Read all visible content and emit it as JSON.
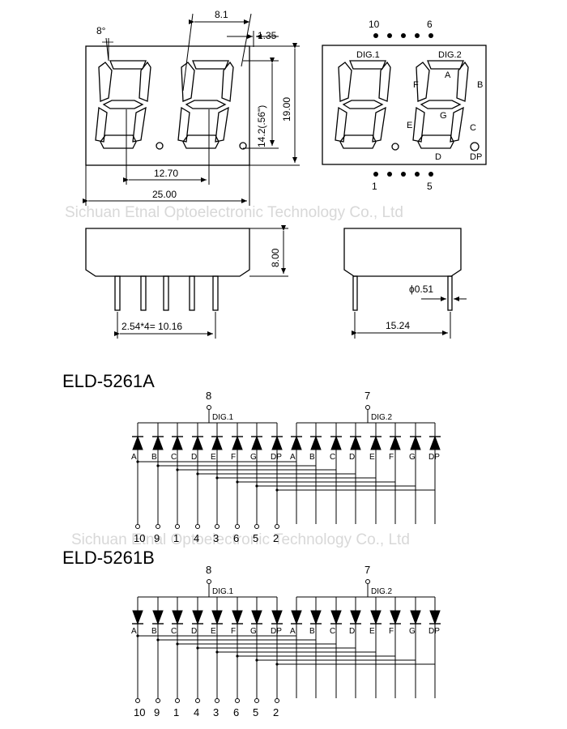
{
  "watermark": "Sichuan Etnal Optoelectronic Technology Co., Ltd",
  "front_view": {
    "angle": "8°",
    "pitch": "8.1",
    "offset": "1.35",
    "digit_height": "14.2(.56\")",
    "height": "19.00",
    "digit_spacing": "12.70",
    "width": "25.00"
  },
  "segment_view": {
    "dig1": "DIG.1",
    "dig2": "DIG.2",
    "pin_top_left": "10",
    "pin_top_right": "6",
    "pin_bottom_left": "1",
    "pin_bottom_right": "5",
    "segments": {
      "a": "A",
      "b": "B",
      "c": "C",
      "d": "D",
      "e": "E",
      "f": "F",
      "g": "G",
      "dp": "DP"
    }
  },
  "side_view": {
    "depth": "8.00",
    "pin_pitch": "2.54*4= 10.16",
    "pin_diameter": "0.51",
    "row_spacing": "15.24"
  },
  "circuit_a": {
    "title": "ELD-5261A",
    "common1_pin": "8",
    "common2_pin": "7",
    "dig1": "DIG.1",
    "dig2": "DIG.2",
    "segments": [
      "A",
      "B",
      "C",
      "D",
      "E",
      "F",
      "G",
      "DP",
      "A",
      "B",
      "C",
      "D",
      "E",
      "F",
      "G",
      "DP"
    ],
    "pins": [
      "10",
      "9",
      "1",
      "4",
      "3",
      "6",
      "5",
      "2"
    ]
  },
  "circuit_b": {
    "title": "ELD-5261B",
    "common1_pin": "8",
    "common2_pin": "7",
    "dig1": "DIG.1",
    "dig2": "DIG.2",
    "segments": [
      "A",
      "B",
      "C",
      "D",
      "E",
      "F",
      "G",
      "DP",
      "A",
      "B",
      "C",
      "D",
      "E",
      "F",
      "G",
      "DP"
    ],
    "pins": [
      "10",
      "9",
      "1",
      "4",
      "3",
      "6",
      "5",
      "2"
    ]
  }
}
